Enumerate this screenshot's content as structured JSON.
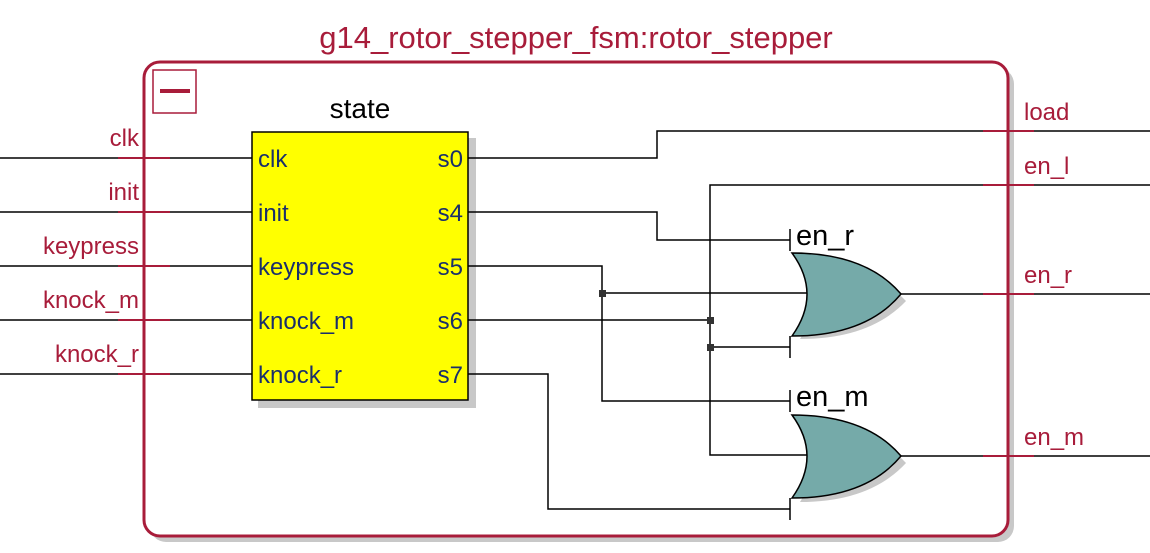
{
  "title": "g14_rotor_stepper_fsm:rotor_stepper",
  "colors": {
    "border": "#a81c3a",
    "block_fill": "#ffff00",
    "gate_fill": "#75aaa9",
    "pin_text": "#1a2f6b"
  },
  "collapse_icon": "minus-icon",
  "inputs": [
    "clk",
    "init",
    "keypress",
    "knock_m",
    "knock_r"
  ],
  "outputs": [
    "load",
    "en_l",
    "en_r",
    "en_m"
  ],
  "state_block": {
    "name": "state",
    "inputs": [
      "clk",
      "init",
      "keypress",
      "knock_m",
      "knock_r"
    ],
    "outputs": [
      "s0",
      "s4",
      "s5",
      "s6",
      "s7"
    ]
  },
  "gates": [
    {
      "name": "en_r",
      "type": "or"
    },
    {
      "name": "en_m",
      "type": "or"
    }
  ]
}
